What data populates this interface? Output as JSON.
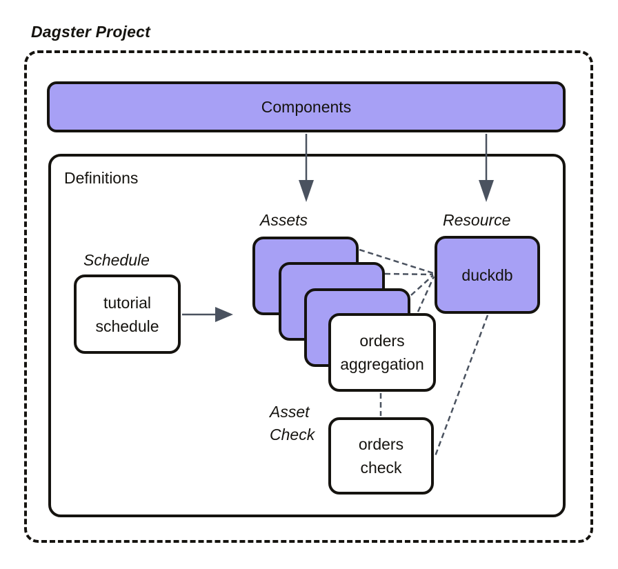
{
  "title": "Dagster Project",
  "components": {
    "label": "Components"
  },
  "definitions": {
    "label": "Definitions",
    "schedule": {
      "group_label": "Schedule",
      "box_lines": [
        "tutorial",
        "schedule"
      ]
    },
    "assets": {
      "group_label": "Assets",
      "stack_count": 3,
      "aggregation_box_lines": [
        "orders",
        "aggregation"
      ]
    },
    "resource": {
      "group_label": "Resource",
      "box_label": "duckdb"
    },
    "asset_check": {
      "group_label_lines": [
        "Asset",
        "Check"
      ],
      "box_lines": [
        "orders",
        "check"
      ]
    }
  },
  "colors": {
    "purple": "#A7A0F5",
    "outline": "#15130F",
    "connector": "#4A525F",
    "background": "#FFFFFF"
  }
}
